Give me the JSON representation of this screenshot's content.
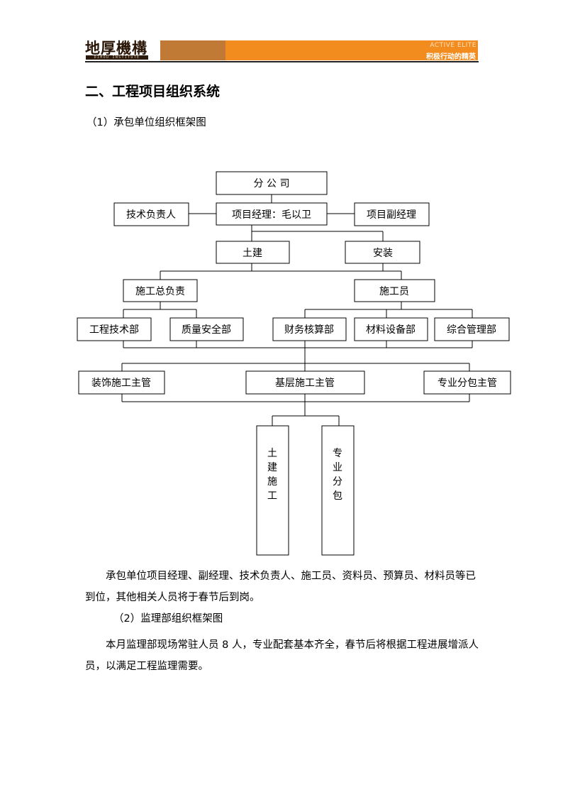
{
  "header": {
    "logo_text": "地厚機構",
    "logo_subtext": "DIHOU INSTITUTE",
    "band_text_en": "ACTIVE ELITE",
    "band_text_cn": "积极行动的精英"
  },
  "section_title": "二、工程项目组织系统",
  "subsection1": "（1）承包单位组织框架图",
  "org_chart": {
    "top": "分 公 司",
    "pm": "项目经理：毛以卫",
    "tech_lead": "技术负责人",
    "deputy_pm": "项目副经理",
    "civil": "土建",
    "install": "安装",
    "construction_lead": "施工总负责",
    "construction_staff": "施工员",
    "eng_tech_dept": "工程技术部",
    "quality_safety_dept": "质量安全部",
    "finance_dept": "财务核算部",
    "material_dept": "材料设备部",
    "admin_dept": "综合管理部",
    "decoration_mgr": "装饰施工主管",
    "base_mgr": "基层施工主管",
    "subcontract_mgr": "专业分包主管",
    "civil_construction": [
      "土",
      "建",
      "施",
      "工"
    ],
    "specialty_subcontract": [
      "专",
      "业",
      "分",
      "包"
    ]
  },
  "paragraph1": "承包单位项目经理、副经理、技术负责人、施工员、资料员、预算员、材料员等已到位，其他相关人员将于春节后到岗。",
  "subsection2": "（2）监理部组织框架图",
  "paragraph2": "本月监理部现场常驻人员 8 人，专业配套基本齐全，春节后将根据工程进展增派人员，以满足工程监理需要。"
}
